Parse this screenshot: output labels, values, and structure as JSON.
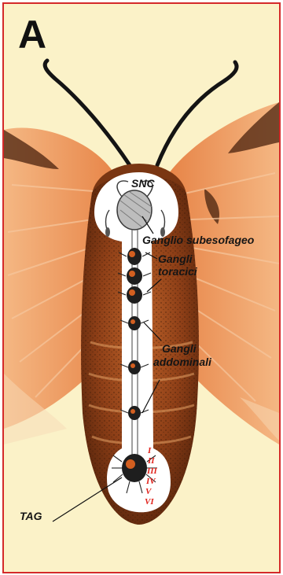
{
  "panel_letter": "A",
  "labels": {
    "snc": "SNC",
    "subesophageal": "Ganglio subesofageo",
    "thoracic_line1": "Gangli",
    "thoracic_line2": "toracici",
    "abdominal_line1": "Gangli",
    "abdominal_line2": "addominali",
    "tag": "TAG"
  },
  "segment_numerals": [
    "I",
    "II",
    "III",
    "IV",
    "V",
    "VI"
  ],
  "colors": {
    "frame_border": "#d42a2a",
    "background": "#fbf2c8",
    "wing": "#e9874a",
    "body": "#9b4a1e",
    "nerve_cord_highlight": "#ffffff",
    "numerals": "#e0231c"
  }
}
